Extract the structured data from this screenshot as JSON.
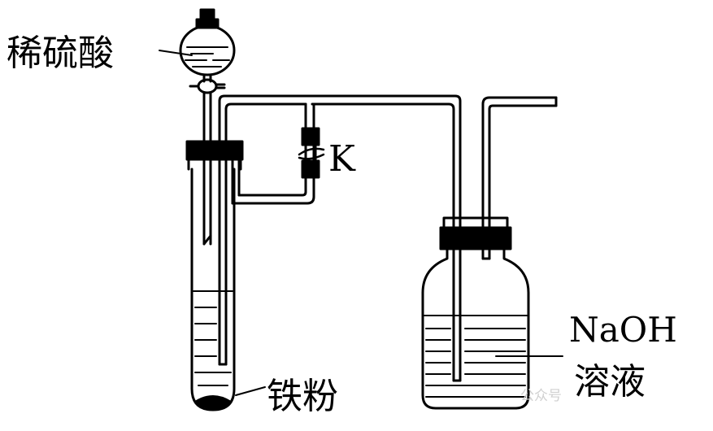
{
  "labels": {
    "dilute_sulfuric_acid": "稀硫酸",
    "valve": "K",
    "iron_powder": "铁粉",
    "naoh_line1": "NaOH",
    "naoh_line2": "溶液"
  },
  "watermark": "公众号",
  "colors": {
    "ink": "#000000",
    "paper": "#ffffff",
    "watermark": "#d0d0d0"
  }
}
